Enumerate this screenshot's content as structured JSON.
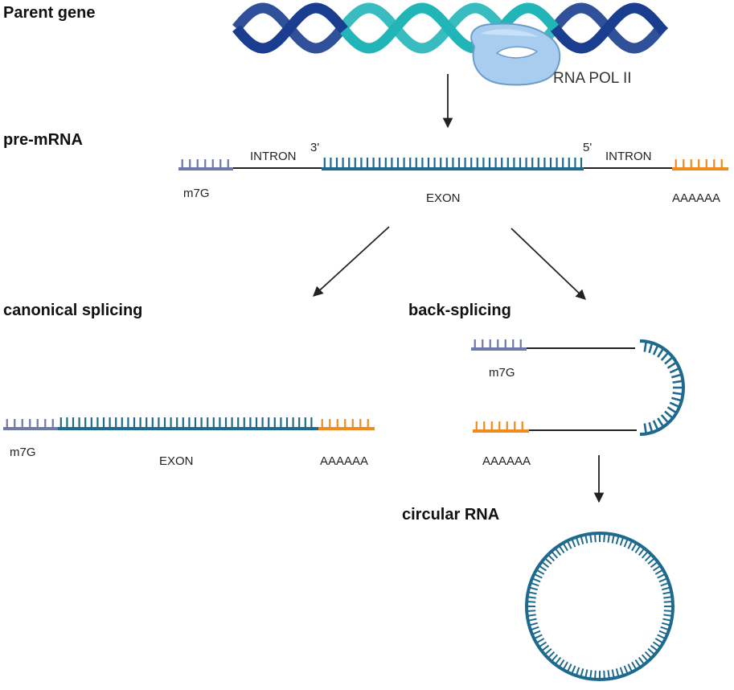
{
  "headings": {
    "parent_gene": "Parent gene",
    "pre_mrna": "pre-mRNA",
    "canonical_splicing": "canonical splicing",
    "back_splicing": "back-splicing",
    "circular_rna": "circular RNA"
  },
  "labels": {
    "rna_pol": "RNA POL II",
    "intron_left": "INTRON",
    "intron_right": "INTRON",
    "three_prime": "3'",
    "five_prime": "5'",
    "exon_pre": "EXON",
    "m7g_pre": "m7G",
    "polya_pre": "AAAAAA",
    "m7g_canonical": "m7G",
    "exon_canonical": "EXON",
    "polya_canonical": "AAAAAA",
    "m7g_back": "m7G",
    "polya_back": "AAAAAA"
  },
  "colors": {
    "dna_dark": "#1a3d8f",
    "dna_light": "#22b5b8",
    "exon": "#1e6a8e",
    "cap": "#6f79a8",
    "polya": "#f08a1c",
    "intron": "#222222",
    "polymerase": "#a9cdef"
  },
  "icons": {
    "polymerase": "rna-polymerase-icon",
    "dna": "dna-helix-icon"
  }
}
